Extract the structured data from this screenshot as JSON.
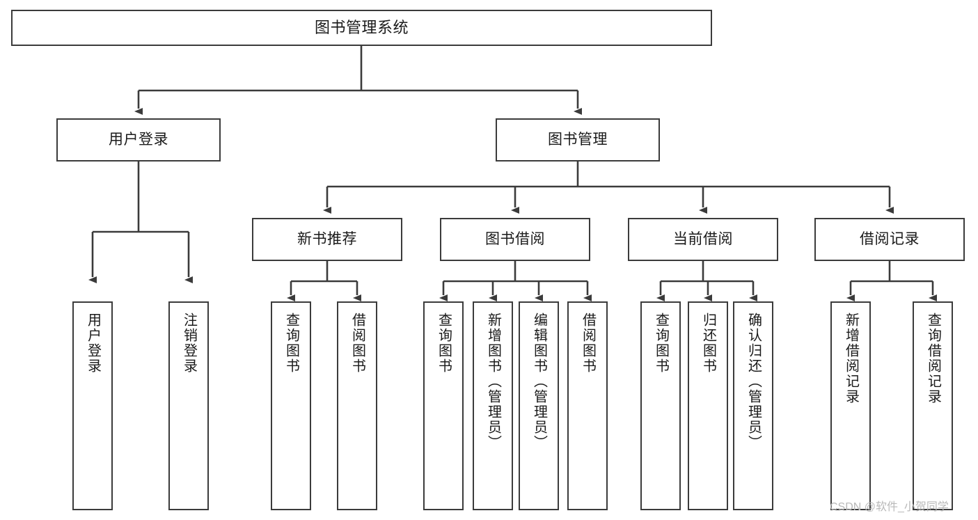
{
  "diagram": {
    "title": "图书管理系统",
    "type": "hierarchy-tree",
    "watermark": "CSDN @软件_小贺同学",
    "colors": {
      "stroke": "#3b3b3b",
      "fill": "#ffffff",
      "text": "#1a1a1a",
      "watermark": "#b9b9b9"
    },
    "levels": {
      "level1": {
        "label": "图书管理系统"
      },
      "level2": [
        {
          "label": "用户登录"
        },
        {
          "label": "图书管理"
        }
      ],
      "level3": [
        {
          "label": "新书推荐"
        },
        {
          "label": "图书借阅"
        },
        {
          "label": "当前借阅"
        },
        {
          "label": "借阅记录"
        }
      ],
      "leaves": {
        "user_login": [
          {
            "label": "用户登录"
          },
          {
            "label": "注销登录"
          }
        ],
        "new_book_recommend": [
          {
            "label": "查询图书"
          },
          {
            "label": "借阅图书"
          }
        ],
        "book_borrow": [
          {
            "label": "查询图书"
          },
          {
            "label": "新增图书（管理员）"
          },
          {
            "label": "编辑图书（管理员）"
          },
          {
            "label": "借阅图书"
          }
        ],
        "current_borrow": [
          {
            "label": "查询图书"
          },
          {
            "label": "归还图书"
          },
          {
            "label": "确认归还（管理员）"
          }
        ],
        "borrow_record": [
          {
            "label": "新增借阅记录"
          },
          {
            "label": "查询借阅记录"
          }
        ]
      }
    }
  }
}
